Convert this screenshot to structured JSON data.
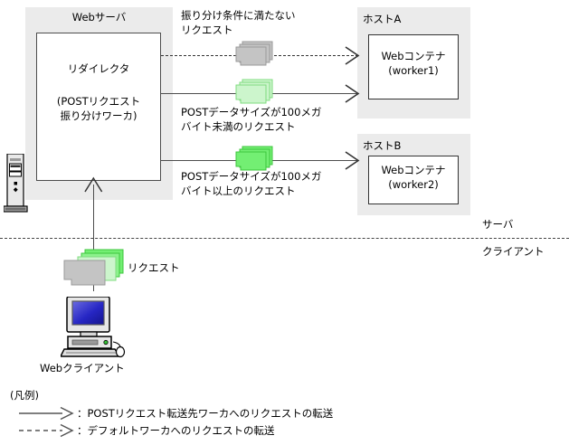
{
  "diagram": {
    "webserver_zone": {
      "label": "Webサーバ"
    },
    "redirector": {
      "title": "リダイレクタ",
      "subtitle_line1": "(POSTリクエスト",
      "subtitle_line2": "振り分けワーカ)"
    },
    "hosts": [
      {
        "label": "ホストA",
        "container_line1": "Webコンテナ",
        "container_line2": "(worker1)"
      },
      {
        "label": "ホストB",
        "container_line1": "Webコンテナ",
        "container_line2": "(worker2)"
      }
    ],
    "flow_labels": [
      {
        "line1": "振り分け条件に満たない",
        "line2": "リクエスト"
      },
      {
        "line1": "POSTデータサイズが100メガ",
        "line2": "バイト未満のリクエスト"
      },
      {
        "line1": "POSTデータサイズが100メガ",
        "line2": "バイト以上のリクエスト"
      }
    ],
    "boundary": {
      "server_side": "サーバ",
      "client_side": "クライアント"
    },
    "client": {
      "request_label": "リクエスト",
      "caption": "Webクライアント"
    },
    "legend": {
      "title": "(凡例)",
      "items": [
        {
          "style": "solid",
          "text": "：POSTリクエスト転送先ワーカへのリクエストの転送"
        },
        {
          "style": "dashed",
          "text": "：デフォルトワーカへのリクエストの転送"
        }
      ]
    },
    "colors": {
      "zone_fill": "#ebebeb",
      "packet_gray": "#c4c4c4",
      "packet_light_green": "#ccf5cc",
      "packet_green": "#73ef73",
      "line": "#4d4d4d",
      "screen_blue": "#2020c8"
    }
  }
}
